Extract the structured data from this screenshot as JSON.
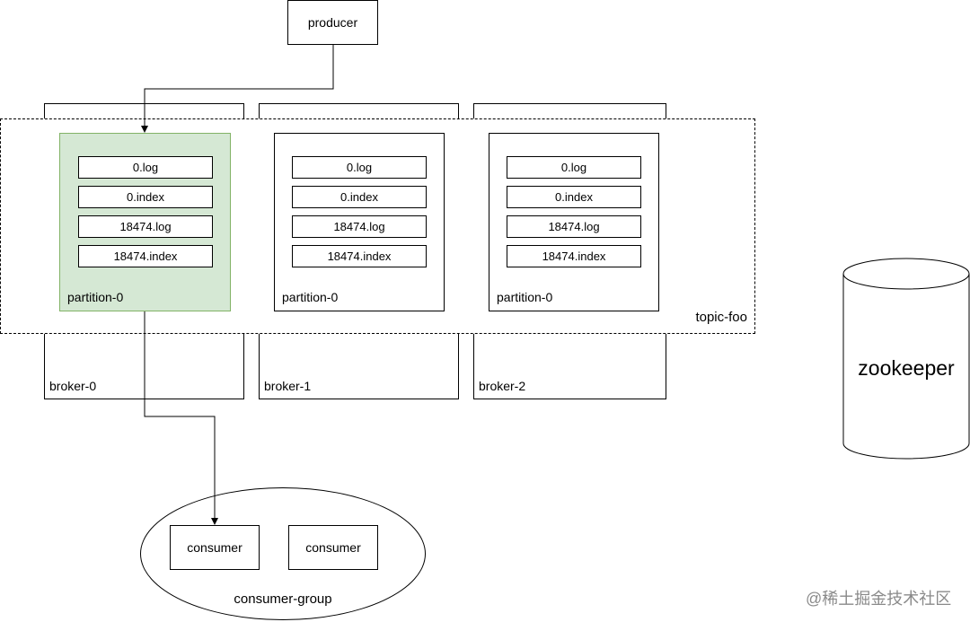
{
  "producer": {
    "label": "producer"
  },
  "topic": {
    "label": "topic-foo"
  },
  "brokers": [
    {
      "label": "broker-0"
    },
    {
      "label": "broker-1"
    },
    {
      "label": "broker-2"
    }
  ],
  "partitions": [
    {
      "label": "partition-0",
      "files": [
        "0.log",
        "0.index",
        "18474.log",
        "18474.index"
      ],
      "highlighted": true
    },
    {
      "label": "partition-0",
      "files": [
        "0.log",
        "0.index",
        "18474.log",
        "18474.index"
      ],
      "highlighted": false
    },
    {
      "label": "partition-0",
      "files": [
        "0.log",
        "0.index",
        "18474.log",
        "18474.index"
      ],
      "highlighted": false
    }
  ],
  "zookeeper": {
    "label": "zookeeper"
  },
  "consumer_group": {
    "label": "consumer-group",
    "consumers": [
      {
        "label": "consumer"
      },
      {
        "label": "consumer"
      }
    ]
  },
  "watermark": {
    "text": "@稀土掘金技术社区"
  },
  "colors": {
    "highlight_fill": "#d5e8d4",
    "highlight_border": "#82b366"
  }
}
